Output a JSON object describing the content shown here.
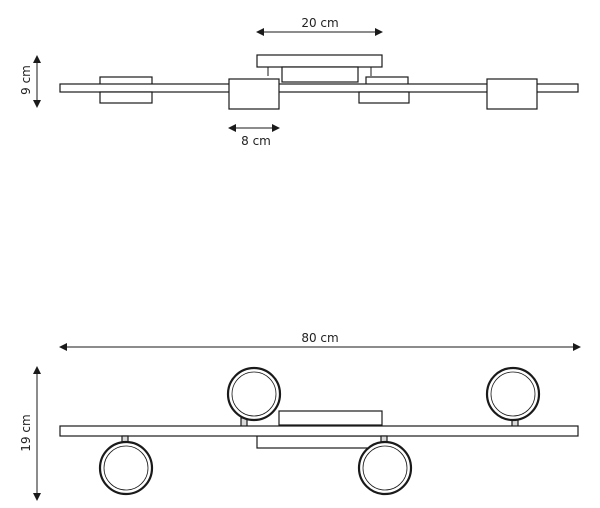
{
  "side_view": {
    "width_label": "20 cm",
    "spot_label": "8 cm",
    "height_label": "9 cm"
  },
  "top_view": {
    "length_label": "80 cm",
    "depth_label": "19 cm"
  }
}
